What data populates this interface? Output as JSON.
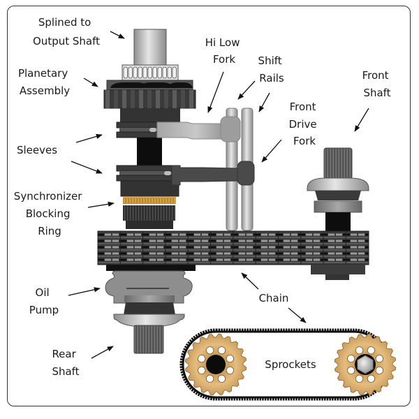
{
  "diagram": {
    "title": "Transfer case components",
    "labels": {
      "splined": [
        "Splined to",
        "Output Shaft"
      ],
      "planetary": [
        "Planetary",
        "Assembly"
      ],
      "hilow": [
        "Hi Low",
        "Fork"
      ],
      "shiftrails": [
        "Shift",
        "Rails"
      ],
      "frontshaft": [
        "Front",
        "Shaft"
      ],
      "frontdrive": [
        "Front",
        "Drive",
        "Fork"
      ],
      "sleeves": [
        "Sleeves"
      ],
      "synchro": [
        "Synchronizer",
        "Blocking",
        "Ring"
      ],
      "oilpump": [
        "Oil",
        "Pump"
      ],
      "chain": [
        "Chain"
      ],
      "rearshaft": [
        "Rear",
        "Shaft"
      ],
      "sprockets": [
        "Sprockets"
      ]
    },
    "colors": {
      "dark": "#3a3a3a",
      "black": "#111111",
      "steel": "#b8b8b8",
      "bronze": "#c8964a",
      "bronze_light": "#e2b877",
      "brass": "#d9a441"
    }
  }
}
